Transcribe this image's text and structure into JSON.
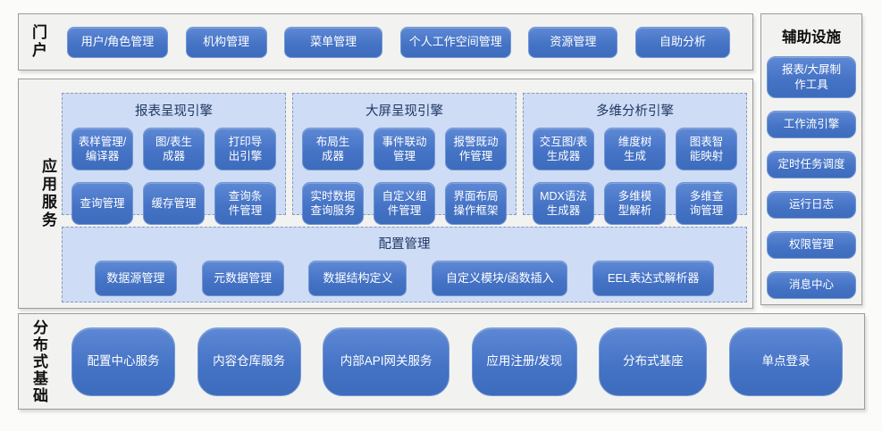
{
  "portal": {
    "label": "门户",
    "buttons": [
      "用户/角色管理",
      "机构管理",
      "菜单管理",
      "个人工作空间管理",
      "资源管理",
      "自助分析"
    ]
  },
  "app_services": {
    "label": "应用服务",
    "engines": [
      {
        "title": "报表呈现引擎",
        "buttons": [
          "表样管理/\n编译器",
          "图/表生\n成器",
          "打印导\n出引擎",
          "查询管理",
          "缓存管理",
          "查询条\n件管理"
        ]
      },
      {
        "title": "大屏呈现引擎",
        "buttons": [
          "布局生\n成器",
          "事件联动\n管理",
          "报警既动\n作管理",
          "实时数据\n查询服务",
          "自定义组\n件管理",
          "界面布局\n操作框架"
        ]
      },
      {
        "title": "多维分析引擎",
        "buttons": [
          "交互图/表\n生成器",
          "维度树\n生成",
          "图表智\n能映射",
          "MDX语法\n生成器",
          "多维模\n型解析",
          "多维查\n询管理"
        ]
      }
    ],
    "config": {
      "title": "配置管理",
      "buttons": [
        "数据源管理",
        "元数据管理",
        "数据结构定义",
        "自定义模块/函数插入",
        "EEL表达式解析器"
      ]
    }
  },
  "auxiliary": {
    "title": "辅助设施",
    "buttons": [
      "报表/大屏制\n作工具",
      "工作流引擎",
      "定时任务调度",
      "运行日志",
      "权限管理",
      "消息中心"
    ]
  },
  "foundation": {
    "label": "分布式基础",
    "buttons": [
      "配置中心服务",
      "内容仓库服务",
      "内部API网关服务",
      "应用注册/发现",
      "分布式基座",
      "单点登录"
    ]
  },
  "colors": {
    "button_blue": "#4472c4",
    "panel_blue": "#cedcf5",
    "panel_dash_border": "#8798ba",
    "section_fill": "#f2f2f1",
    "section_border": "#9b9b9b",
    "title_navy": "#1f3864"
  }
}
